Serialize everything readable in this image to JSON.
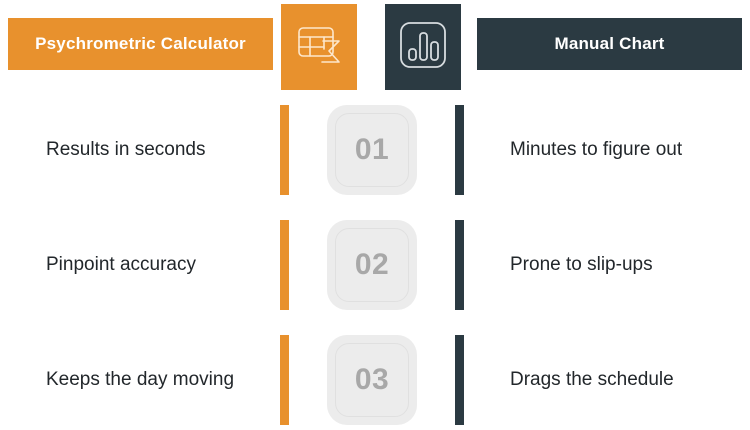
{
  "header": {
    "left": {
      "title": "Psychrometric Calculator",
      "icon": "spreadsheet-sigma-icon",
      "bar_color": "#E8912D",
      "tile_color": "#E8912D",
      "text_color": "#FFFFFF"
    },
    "right": {
      "title": "Manual Chart",
      "icon": "bar-chart-icon",
      "bar_color": "#2B3A42",
      "tile_color": "#2B3A42",
      "text_color": "#FFFFFF"
    }
  },
  "comparison_rows": [
    {
      "number": "01",
      "left_text": "Results in seconds",
      "right_text": "Minutes to figure out"
    },
    {
      "number": "02",
      "left_text": "Pinpoint accuracy",
      "right_text": "Prone to slip-ups"
    },
    {
      "number": "03",
      "left_text": "Keeps the day moving",
      "right_text": "Drags the schedule"
    }
  ],
  "colors": {
    "accent_orange": "#E8912D",
    "accent_dark": "#2B3A42",
    "badge_bg": "#ECECEC",
    "badge_text": "#A8A8A8",
    "body_text": "#22272B",
    "page_bg": "#FFFFFF"
  }
}
